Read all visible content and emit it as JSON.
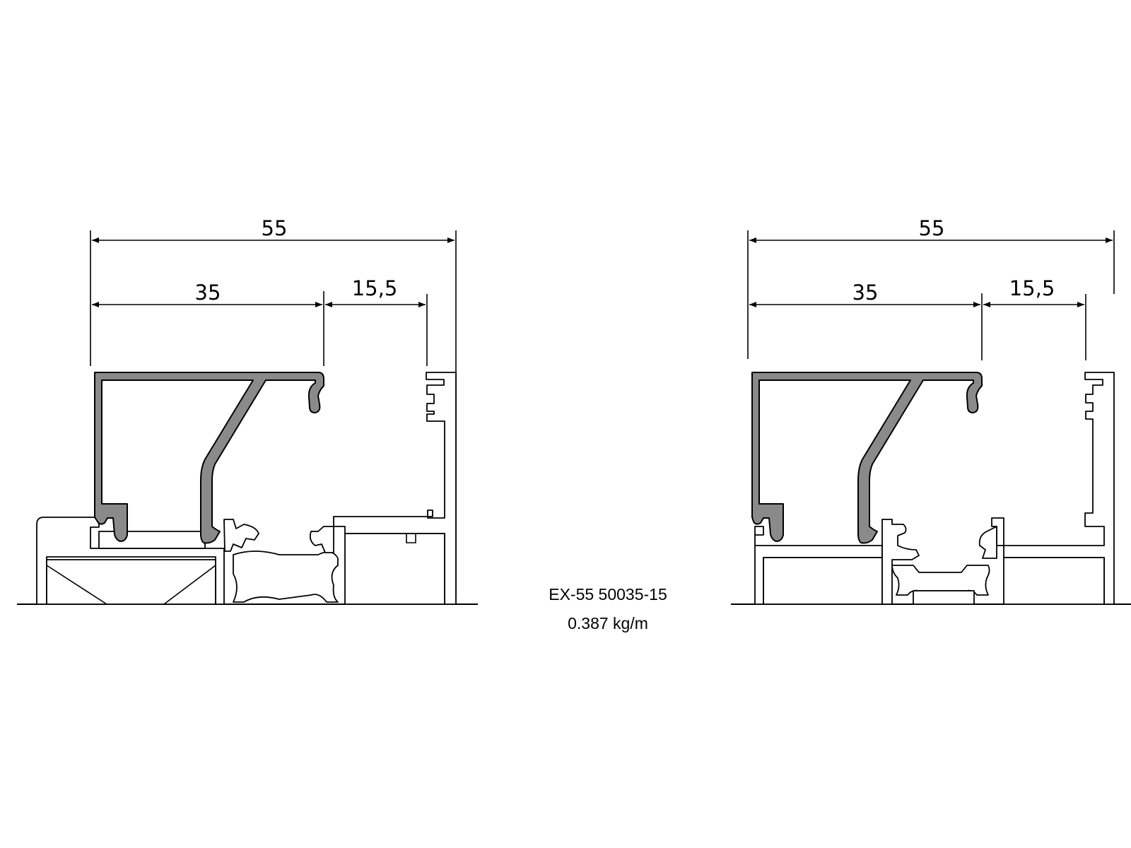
{
  "drawings": [
    {
      "dimensions": {
        "overall": "55",
        "left": "35",
        "right": "15,5"
      }
    },
    {
      "dimensions": {
        "overall": "55",
        "left": "35",
        "right": "15,5"
      }
    }
  ],
  "caption": {
    "code": "EX-55 50035-15",
    "weight": "0.387 kg/m"
  },
  "colors": {
    "profile_fill": "#8a8a8a",
    "line": "#000000"
  }
}
